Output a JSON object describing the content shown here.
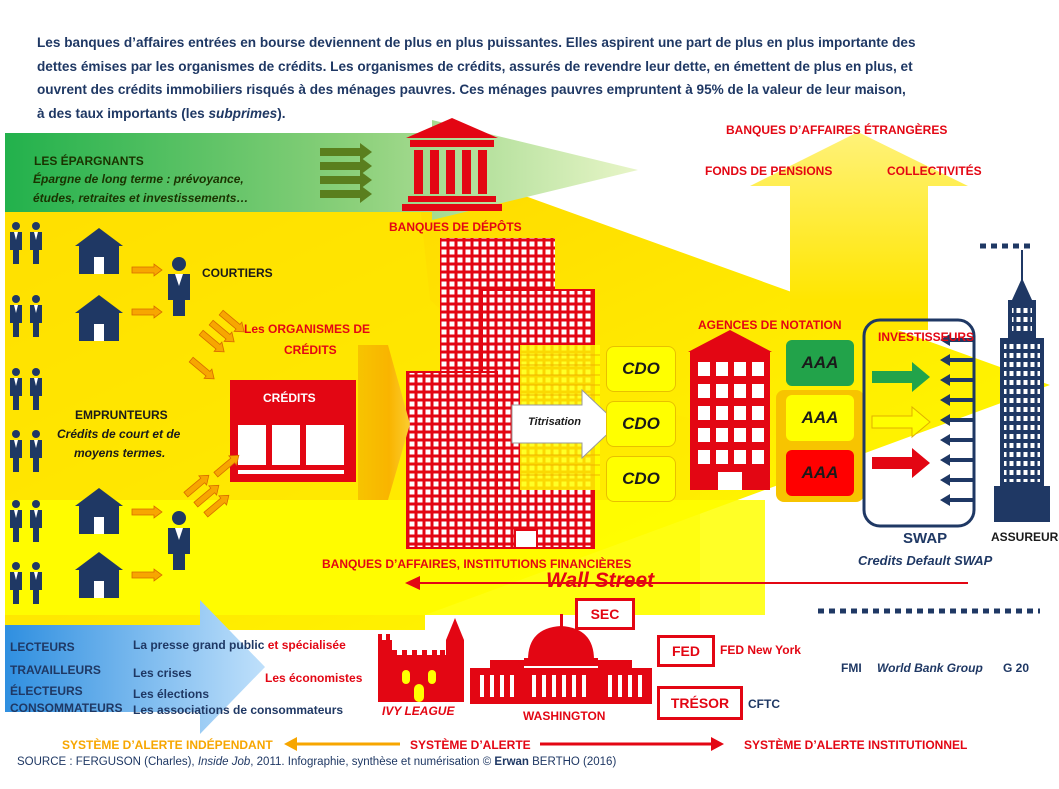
{
  "intro": {
    "line1": "Les banques d’affaires entrées en bourse deviennent de plus en plus puissantes. Elles aspirent une part de plus en plus importante des",
    "line2": "dettes émises par les organismes de crédits. Les organismes de crédits, assurés de revendre leur dette, en émettent de plus en plus, et",
    "line3": "ouvrent des crédits immobiliers risqués à des ménages pauvres. Ces ménages pauvres empruntent à 95% de la valeur de leur maison,",
    "line4_a": "à des taux importants (les ",
    "line4_b": "subprimes",
    "line4_c": ")."
  },
  "savers": {
    "title": "LES ÉPARGNANTS",
    "line1": "Épargne de long terme : prévoyance,",
    "line2": "études, retraites et investissements…"
  },
  "labels": {
    "foreign_banks": "BANQUES D’AFFAIRES ÉTRANGÈRES",
    "pension_funds": "FONDS DE PENSIONS",
    "communities": "COLLECTIVITÉS",
    "deposit_banks": "BANQUES DE DÉPÔTS",
    "brokers": "COURTIERS",
    "credit_orgs_1": "Les ORGANISMES DE",
    "credit_orgs_2": "CRÉDITS",
    "credits": "CRÉDITS",
    "borrowers": "EMPRUNTEURS",
    "borrowers_sub1": "Crédits de court et de",
    "borrowers_sub2": "moyens termes.",
    "titrisation": "Titrisation",
    "rating_agencies": "AGENCES DE NOTATION",
    "investors": "INVESTISSEURS",
    "insurers": "ASSUREURS",
    "swap": "SWAP",
    "cds": "Credits Default SWAP",
    "investment_banks": "BANQUES D’AFFAIRES, INSTITUTIONS FINANCIÈRES",
    "wall_street": "Wall Street"
  },
  "cdo": [
    "CDO",
    "CDO",
    "CDO"
  ],
  "ratings": [
    {
      "label": "AAA",
      "color": "#22a34a"
    },
    {
      "label": "AAA",
      "color": "#ffff00"
    },
    {
      "label": "AAA",
      "color": "#ff0000"
    }
  ],
  "public": {
    "readers": "LECTEURS",
    "workers": "TRAVAILLEURS",
    "voters": "ÉLECTEURS",
    "consumers": "CONSOMMATEURS"
  },
  "media": {
    "press_a": "La presse grand public",
    "press_b": " et spécialisée",
    "crises": "Les crises",
    "elections": "Les élections",
    "associations": "Les associations de consommateurs",
    "economists": "Les économistes"
  },
  "institutions": {
    "ivy_league": "IVY LEAGUE",
    "washington": "WASHINGTON",
    "sec": "SEC",
    "fed": "FED",
    "fed_ny": "FED New York",
    "tresor": "TRÉSOR",
    "cftc": "CFTC",
    "fmi": "FMI",
    "world_bank": "World Bank Group",
    "g20": "G 20"
  },
  "alert": {
    "independent": "SYSTÈME D’ALERTE INDÉPENDANT",
    "alert": "SYSTÈME D’ALERTE",
    "institutional": "SYSTÈME D’ALERTE INSTITUTIONNEL"
  },
  "source": {
    "a": "SOURCE : FERGUSON (Charles), ",
    "b": "Inside Job",
    "c": ", 2011. Infographie, synthèse et numérisation © ",
    "d": "Erwan",
    "e": " BERTHO (2016)"
  },
  "colors": {
    "red": "#e30613",
    "navy": "#1f3864",
    "yellow": "#ffff00",
    "orange": "#f7a600",
    "green": "#22a34a"
  }
}
